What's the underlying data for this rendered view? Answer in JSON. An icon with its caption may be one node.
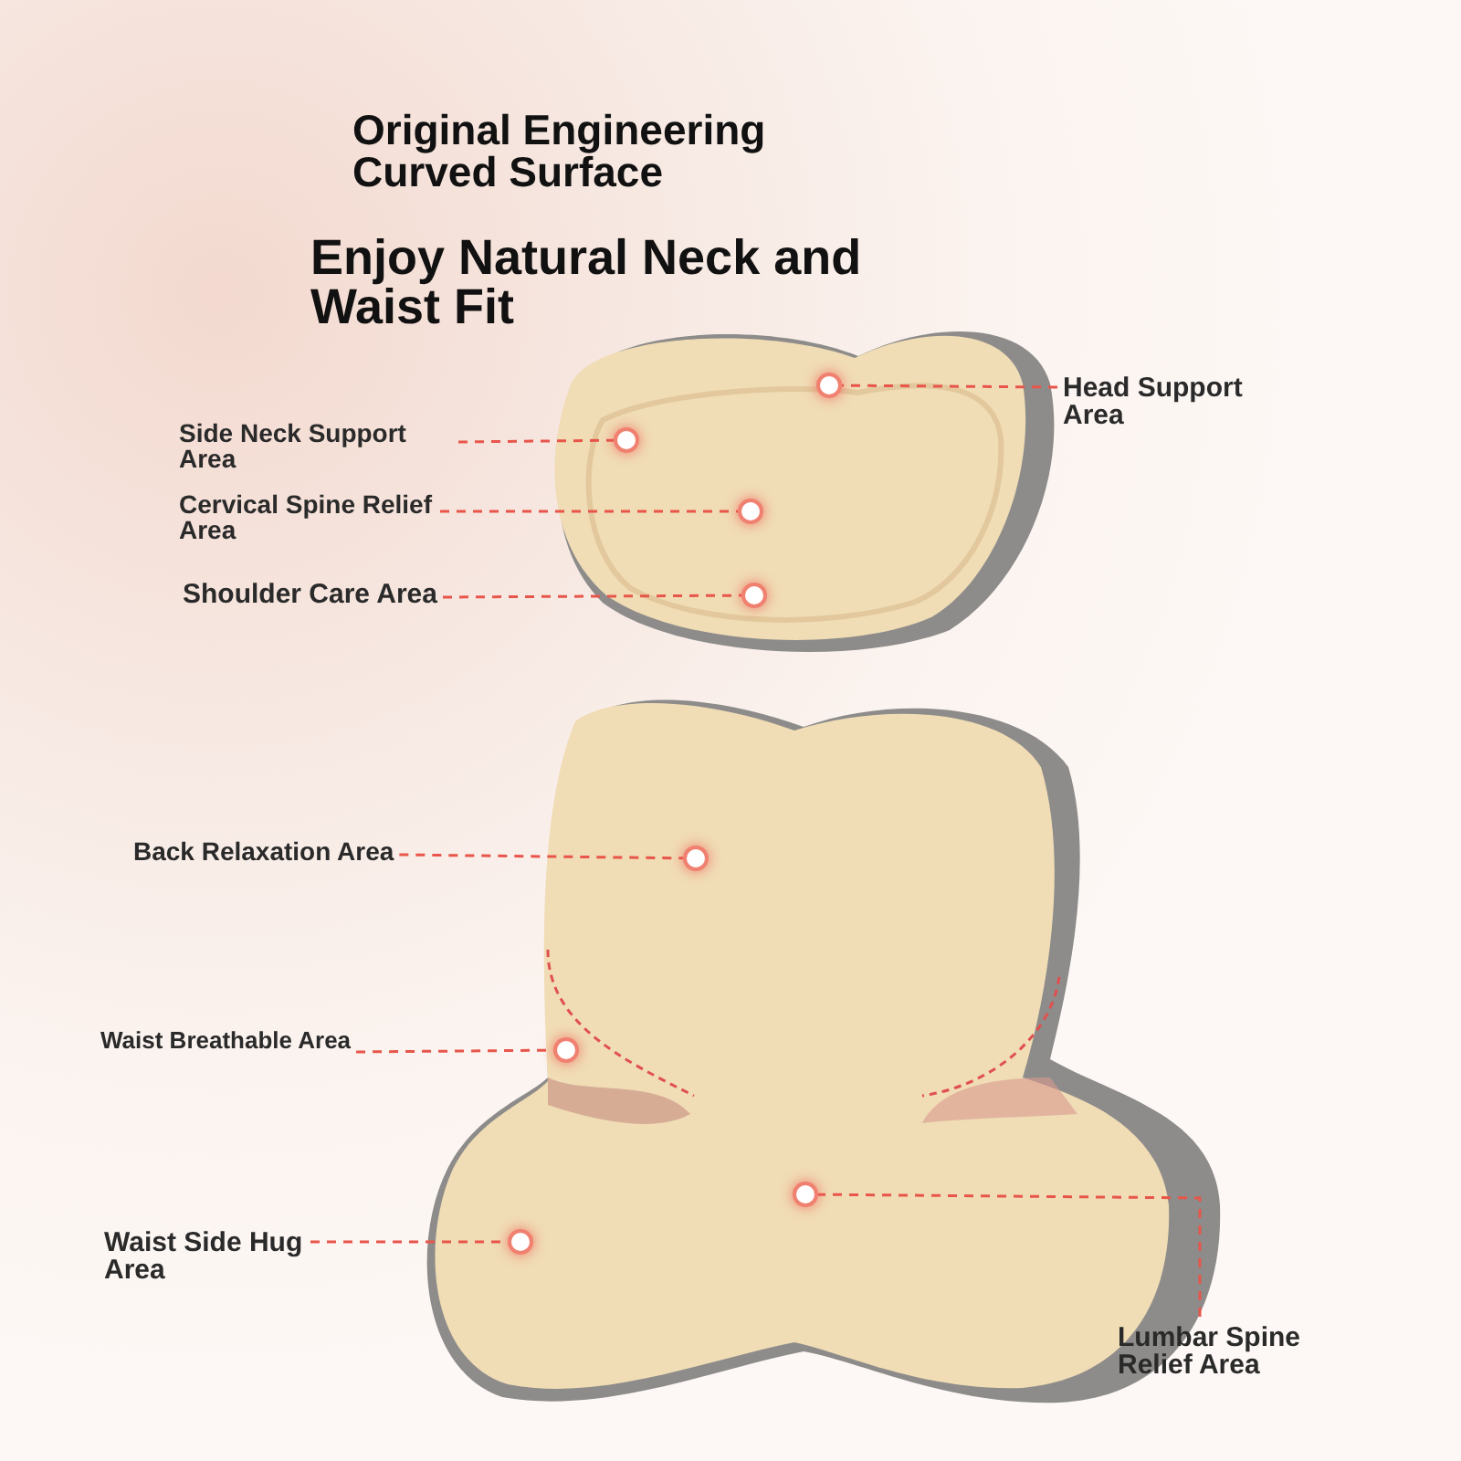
{
  "diagram": {
    "title": "Original Engineering Curved Surface",
    "labels": [
      "Enjoy Natural Neck and Waist Fit"
    ],
    "nodes": [
      {
        "text": [
          "Side Neck Support Area"
        ]
      },
      {
        "text": [
          "Cervical Spine Relief Area"
        ]
      },
      {
        "text": [
          "Shoulder Care Area"
        ]
      },
      {
        "text": [
          "Head Support Area"
        ]
      },
      {
        "text": [
          "Back Relaxation Area"
        ]
      },
      {
        "text": [
          "Waist Breathable Area"
        ]
      },
      {
        "text": [
          "Waist Side Hug Area"
        ]
      },
      {
        "text": [
          "Lumbar Spine Relief Area"
        ]
      },
      {
        "text": [],
        "shape": "circle"
      },
      {
        "text": [],
        "shape": "circle"
      },
      {
        "text": [],
        "shape": "circle"
      },
      {
        "text": [],
        "shape": "circle"
      },
      {
        "text": [],
        "shape": "circle"
      },
      {
        "text": [],
        "shape": "circle"
      },
      {
        "text": [],
        "shape": "circle"
      },
      {
        "text": [],
        "shape": "circle"
      }
    ],
    "edges": [
      {
        "from": 0,
        "to": 9,
        "arrow": "none"
      },
      {
        "from": 1,
        "to": 10,
        "arrow": "none"
      },
      {
        "from": 2,
        "to": 11,
        "arrow": "none"
      },
      {
        "from": 3,
        "to": 8,
        "arrow": "none"
      },
      {
        "from": 4,
        "to": 12,
        "arrow": "none"
      },
      {
        "from": 5,
        "to": 13,
        "arrow": "none"
      },
      {
        "from": 6,
        "to": 15,
        "arrow": "none"
      },
      {
        "from": 7,
        "to": 14,
        "arrow": "none"
      }
    ]
  }
}
